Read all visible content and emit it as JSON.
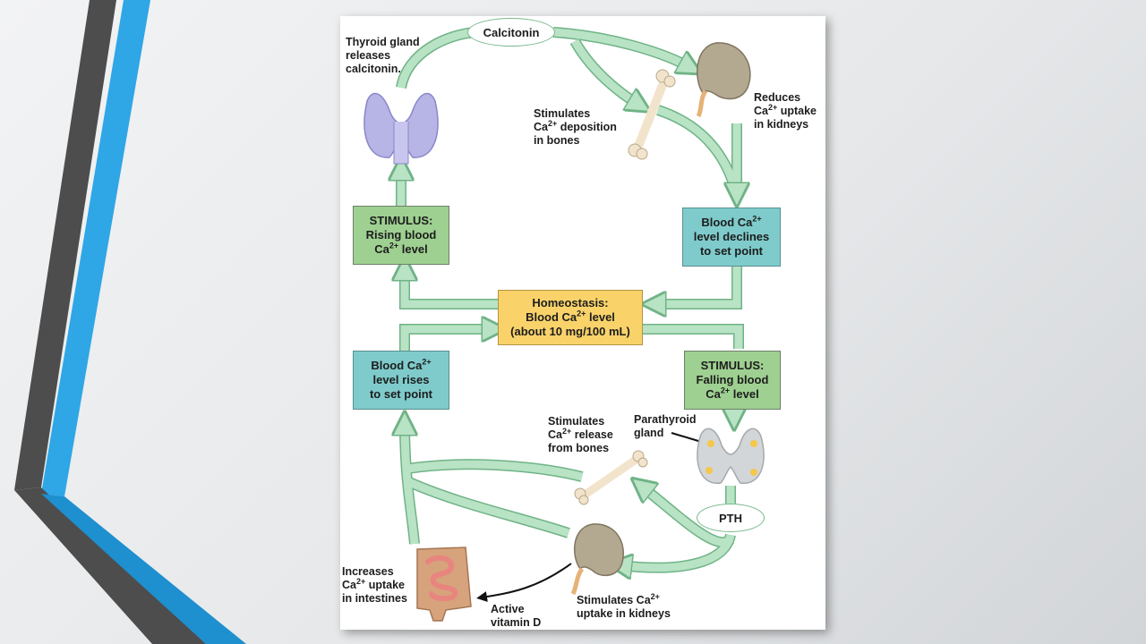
{
  "slide": {
    "colors": {
      "dark_stripe": "#4a4a4a",
      "blue_stripe": "#2fa6e6",
      "background": "#e8eaec"
    }
  },
  "diagram": {
    "ovals": {
      "calcitonin": "Calcitonin",
      "pth": "PTH"
    },
    "boxes": {
      "stim_rising": {
        "line1": "STIMULUS:",
        "line2": "Rising blood",
        "line3_pre": "Ca",
        "line3_sup": "2+",
        "line3_post": " level"
      },
      "declines": {
        "line1_pre": "Blood Ca",
        "line1_sup": "2+",
        "line2": "level declines",
        "line3": "to set point"
      },
      "homeostasis": {
        "line1": "Homeostasis:",
        "line2_pre": "Blood Ca",
        "line2_sup": "2+",
        "line2_post": " level",
        "line3": "(about 10 mg/100 mL)"
      },
      "rises": {
        "line1_pre": "Blood Ca",
        "line1_sup": "2+",
        "line2": "level rises",
        "line3": "to set point"
      },
      "stim_falling": {
        "line1": "STIMULUS:",
        "line2": "Falling blood",
        "line3_pre": "Ca",
        "line3_sup": "2+",
        "line3_post": " level"
      }
    },
    "labels": {
      "thyroid": {
        "line1": "Thyroid gland",
        "line2": "releases",
        "line3": "calcitonin."
      },
      "bone_deposit": {
        "line1": "Stimulates",
        "line2_pre": "Ca",
        "line2_sup": "2+",
        "line2_post": " deposition",
        "line3": "in bones"
      },
      "kidney_reduce": {
        "line1": "Reduces",
        "line2_pre": "Ca",
        "line2_sup": "2+",
        "line2_post": " uptake",
        "line3": "in kidneys"
      },
      "bone_release": {
        "line1": "Stimulates",
        "line2_pre": "Ca",
        "line2_sup": "2+",
        "line2_post": " release",
        "line3": "from bones"
      },
      "parathyroid": {
        "line1": "Parathyroid",
        "line2": "gland"
      },
      "intestine": {
        "line1": "Increases",
        "line2_pre": "Ca",
        "line2_sup": "2+",
        "line2_post": " uptake",
        "line3": "in intestines"
      },
      "vitamin_d": {
        "line1": "Active",
        "line2": "vitamin D"
      },
      "kidney_stim": {
        "line1_pre": "Stimulates Ca",
        "line1_sup": "2+",
        "line2": "uptake in kidneys"
      }
    },
    "icons": [
      "thyroid-gland-icon",
      "kidney-icon",
      "bone-icon",
      "parathyroid-gland-icon",
      "intestine-icon"
    ],
    "colors": {
      "arrow_fill": "#b9e3c5",
      "arrow_stroke": "#6fb386",
      "stimulus_box": "#9ed091",
      "teal_box": "#7fcbcb",
      "homeostasis_box": "#f9d36a"
    }
  }
}
